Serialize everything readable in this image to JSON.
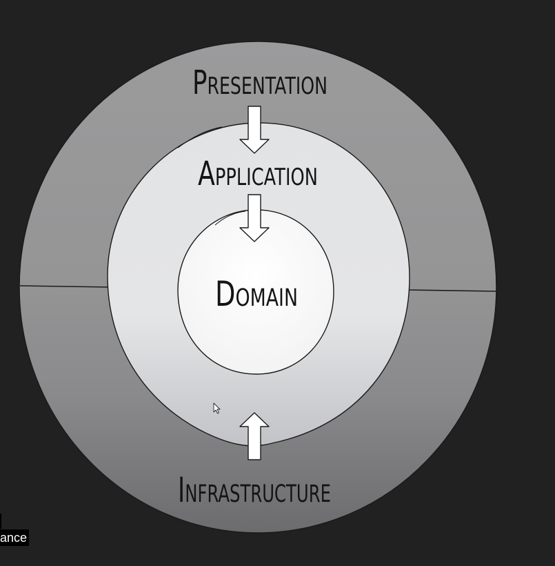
{
  "diagram": {
    "layers": {
      "presentation": "Presentation",
      "application": "Application",
      "domain": "Domain",
      "infrastructure": "Infrastructure"
    },
    "dependency_arrows": [
      {
        "from": "Presentation",
        "to": "Application"
      },
      {
        "from": "Application",
        "to": "Domain"
      },
      {
        "from": "Infrastructure",
        "to": "Application"
      }
    ]
  },
  "caption": {
    "text": "ance"
  },
  "colors": {
    "background": "#212121",
    "outer_ring_top": "#9a9a9b",
    "outer_ring_bottom": "#6f6f71",
    "middle_ring": "#e3e4e6",
    "inner_circle": "#ffffff",
    "outline": "#1a1a1a"
  },
  "icons": [
    "arrow-down-icon",
    "arrow-up-icon",
    "mouse-pointer-icon"
  ]
}
